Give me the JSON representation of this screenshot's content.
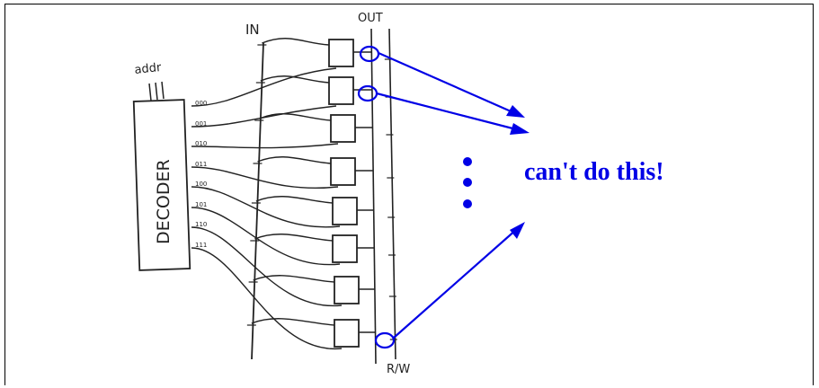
{
  "diagram": {
    "labels": {
      "in": "IN",
      "out": "OUT",
      "addr": "addr",
      "decoder": "DECODER",
      "rw": "R/W"
    },
    "decoder_outputs": [
      "000",
      "001",
      "010",
      "011",
      "100",
      "101",
      "110",
      "111"
    ],
    "annotation": "can't do this!",
    "colors": {
      "annotation": "#0000e6",
      "sketch": "#222222"
    }
  }
}
